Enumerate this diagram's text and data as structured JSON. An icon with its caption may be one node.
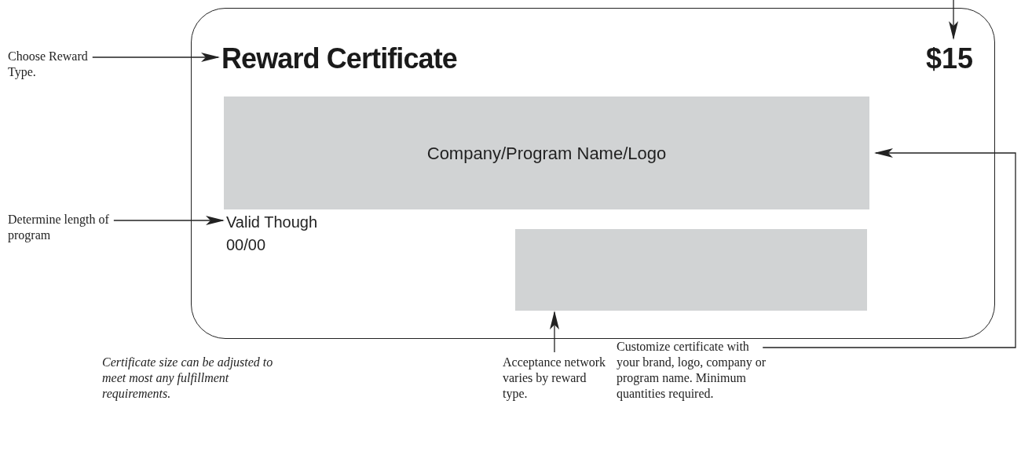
{
  "diagram": {
    "nodes": [
      {
        "text": [],
        "shape": "box"
      },
      {
        "text": [
          "Reward Certificate"
        ],
        "in": 0
      },
      {
        "text": [
          "$15"
        ],
        "in": 0
      },
      {
        "text": [
          "Company/Program Name/Logo"
        ],
        "in": 0
      },
      {
        "text": [
          "Valid Though",
          "00/00"
        ],
        "in": 0
      },
      {
        "text": [],
        "shape": "box",
        "in": 0
      },
      {
        "text": [
          "Choose Reward Type."
        ]
      },
      {
        "text": [
          "Determine length of program"
        ]
      },
      {
        "text": [
          "Acceptance network varies by reward type."
        ]
      },
      {
        "text": [
          "Customize certificate with your brand, logo, company or program name. Minimum quantities required."
        ]
      }
    ],
    "edges": [
      {
        "from": 6,
        "to": 1,
        "arrow": "to"
      },
      {
        "from": 7,
        "to": 4,
        "arrow": "to"
      },
      {
        "from": 8,
        "to": 5,
        "arrow": "to"
      },
      {
        "from": 9,
        "to": 3,
        "arrow": "to"
      },
      {
        "from": null,
        "to": 2,
        "arrow": "to"
      }
    ],
    "labels": [
      "Certificate size can be adjusted to meet most any fulfillment requirements."
    ]
  }
}
